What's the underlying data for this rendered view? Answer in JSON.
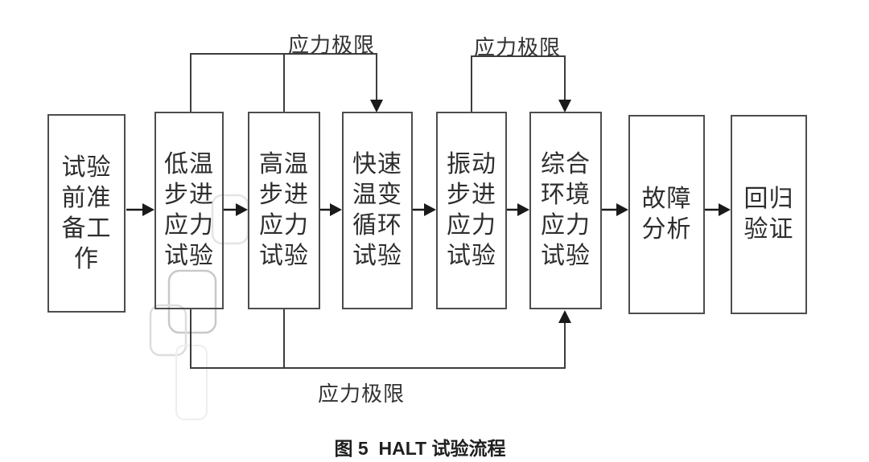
{
  "figure": {
    "caption": "图 5  HALT 试验流程"
  },
  "labels": {
    "stress_limit_top_left": "应力极限",
    "stress_limit_top_right": "应力极限",
    "stress_limit_bottom": "应力极限"
  },
  "boxes": [
    {
      "id": "test-preparation",
      "label": "试验\n前准\n备工\n作"
    },
    {
      "id": "low-temp-step-stress-test",
      "label": "低温\n步进\n应力\n试验"
    },
    {
      "id": "high-temp-step-stress-test",
      "label": "高温\n步进\n应力\n试验"
    },
    {
      "id": "rapid-temp-cycle-test",
      "label": "快速\n温变\n循环\n试验"
    },
    {
      "id": "vibration-step-stress-test",
      "label": "振动\n步进\n应力\n试验"
    },
    {
      "id": "combined-env-stress-test",
      "label": "综合\n环境\n应力\n试验"
    },
    {
      "id": "failure-analysis",
      "label": "故障\n分析"
    },
    {
      "id": "regression-verification",
      "label": "回归\n验证"
    }
  ],
  "colors": {
    "line": "#3d3d3d",
    "box_border": "#4d4d4d",
    "text": "#2e2e2e",
    "arrowhead": "#1a1a1a",
    "watermark": "#d6d6d6",
    "background": "#ffffff"
  }
}
